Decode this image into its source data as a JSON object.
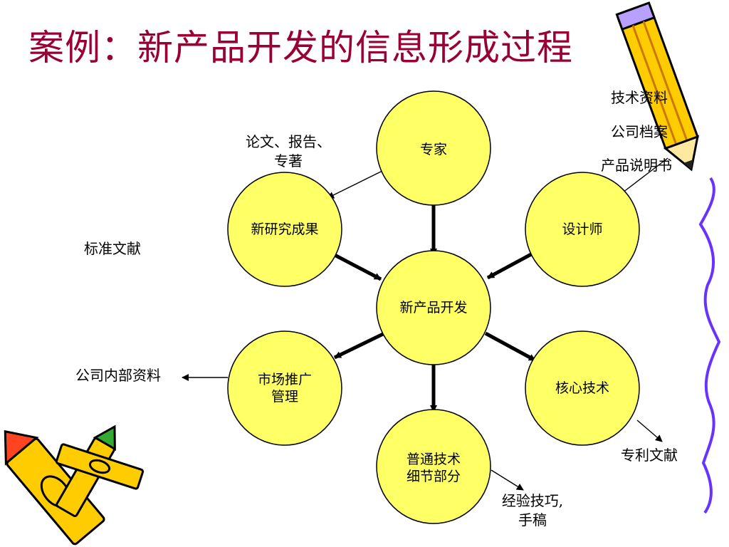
{
  "title": "案例：新产品开发的信息形成过程",
  "colors": {
    "title": "#990033",
    "node_fill": "#ffff66",
    "node_stroke": "#000000",
    "spoke": "#000000",
    "wavy_line": "#6633ff"
  },
  "diagram": {
    "center": "新产品开发",
    "nodes": {
      "expert": "专家",
      "research": "新研究成果",
      "designer": "设计师",
      "marketing": [
        "市场推广",
        "管理"
      ],
      "core_tech": "核心技术",
      "general_tech": [
        "普通技术",
        "细节部分"
      ]
    },
    "sources": {
      "papers": [
        "论文、报告、",
        "专著"
      ],
      "standards": "标准文献",
      "internal": "公司内部资料",
      "tech_docs": "技术资料",
      "company_archive": "公司档案",
      "manual": "产品说明书",
      "patents": "专利文献",
      "experience": [
        "经验技巧,",
        "手稿"
      ]
    }
  },
  "decorations": {
    "top_right": "pencil-icon",
    "bottom_left": "crayons-icon",
    "right_edge": "wavy-line"
  }
}
